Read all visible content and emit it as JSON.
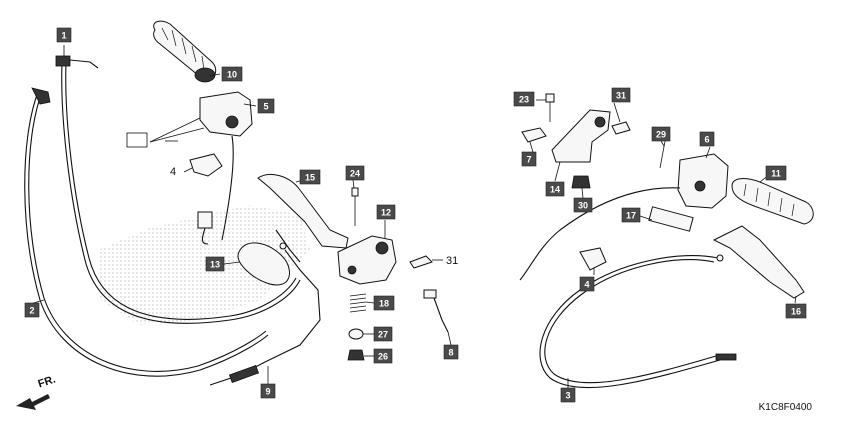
{
  "diagram": {
    "reference_code": "K1C8F0400",
    "direction_label": "FR.",
    "callouts": [
      {
        "id": "c1",
        "label": "1"
      },
      {
        "id": "c2",
        "label": "2"
      },
      {
        "id": "c3",
        "label": "3"
      },
      {
        "id": "c4a",
        "label": "4"
      },
      {
        "id": "c4b",
        "label": "4"
      },
      {
        "id": "c5",
        "label": "5"
      },
      {
        "id": "c6",
        "label": "6"
      },
      {
        "id": "c7",
        "label": "7"
      },
      {
        "id": "c8",
        "label": "8"
      },
      {
        "id": "c9",
        "label": "9"
      },
      {
        "id": "c10",
        "label": "10"
      },
      {
        "id": "c11",
        "label": "11"
      },
      {
        "id": "c12",
        "label": "12"
      },
      {
        "id": "c13",
        "label": "13"
      },
      {
        "id": "c14",
        "label": "14"
      },
      {
        "id": "c15",
        "label": "15"
      },
      {
        "id": "c16",
        "label": "16"
      },
      {
        "id": "c17",
        "label": "17"
      },
      {
        "id": "c18",
        "label": "18"
      },
      {
        "id": "c23",
        "label": "23"
      },
      {
        "id": "c24",
        "label": "24"
      },
      {
        "id": "c26",
        "label": "26"
      },
      {
        "id": "c27",
        "label": "27"
      },
      {
        "id": "c29",
        "label": "29"
      },
      {
        "id": "c30",
        "label": "30"
      },
      {
        "id": "c31a",
        "label": "31"
      },
      {
        "id": "c31b",
        "label": "31"
      }
    ]
  }
}
